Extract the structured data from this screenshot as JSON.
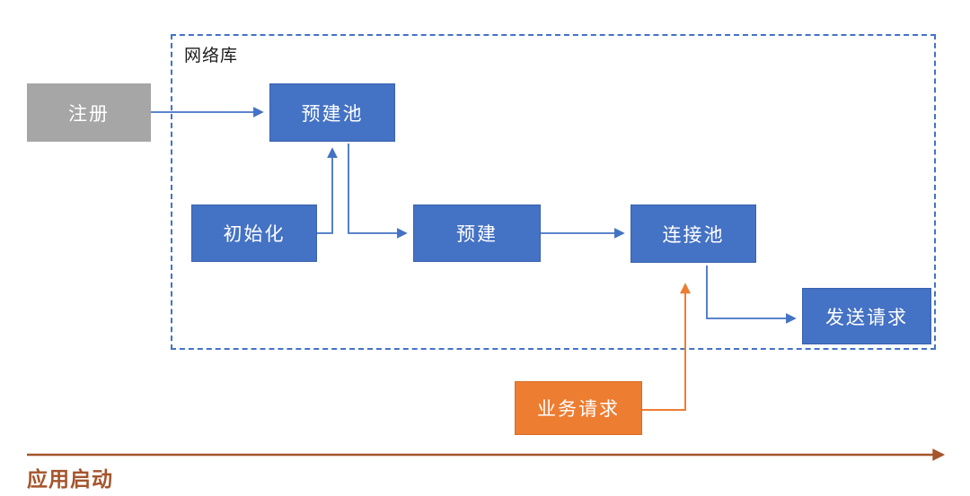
{
  "diagram": {
    "container": {
      "label": "网络库"
    },
    "nodes": {
      "register": {
        "label": "注册",
        "style": "gray"
      },
      "prebuild_pool": {
        "label": "预建池",
        "style": "blue"
      },
      "init": {
        "label": "初始化",
        "style": "blue"
      },
      "prebuild": {
        "label": "预建",
        "style": "blue"
      },
      "conn_pool": {
        "label": "连接池",
        "style": "blue"
      },
      "send_request": {
        "label": "发送请求",
        "style": "blue"
      },
      "biz_request": {
        "label": "业务请求",
        "style": "orange"
      }
    },
    "edges": [
      {
        "from": "注册",
        "to": "预建池",
        "color": "blue"
      },
      {
        "from": "初始化",
        "to": "预建池",
        "color": "blue"
      },
      {
        "from": "预建池",
        "to": "预建",
        "color": "blue"
      },
      {
        "from": "预建",
        "to": "连接池",
        "color": "blue"
      },
      {
        "from": "连接池",
        "to": "发送请求",
        "color": "blue"
      },
      {
        "from": "业务请求",
        "to": "连接池",
        "color": "orange"
      }
    ],
    "timeline": {
      "label": "应用启动"
    }
  },
  "colors": {
    "node_blue": "#4472C4",
    "node_blue_border": "#3A62AE",
    "node_gray": "#A6A6A6",
    "node_orange": "#ED7D31",
    "node_orange_border": "#D96C24",
    "node_text": "#FFFFFF",
    "connector_blue": "#4472C4",
    "connector_orange": "#ED7D31",
    "timeline_brown": "#A5542C",
    "container_border": "#4472C4"
  }
}
